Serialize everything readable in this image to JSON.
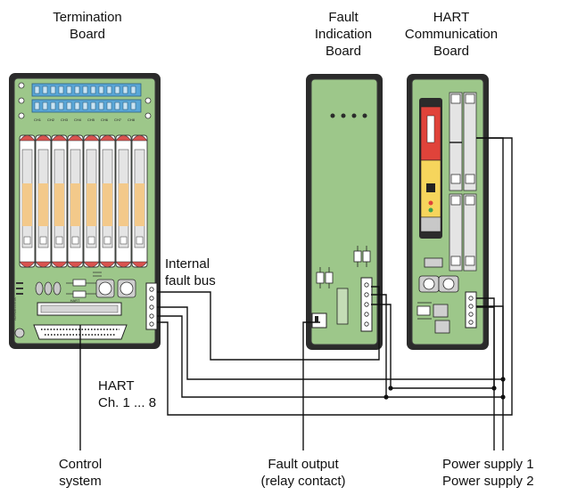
{
  "labels": {
    "termination_board": [
      "Termination",
      "Board"
    ],
    "fault_indication_board": [
      "Fault",
      "Indication",
      "Board"
    ],
    "hart_communication_board": [
      "HART",
      "Communication",
      "Board"
    ],
    "internal_fault_bus": [
      "Internal",
      "fault bus"
    ],
    "hart_channels": [
      "HART",
      "Ch. 1 ... 8"
    ],
    "control_system": [
      "Control",
      "system"
    ],
    "fault_output": [
      "Fault output",
      "(relay contact)"
    ],
    "power_supply_1": "Power supply 1",
    "power_supply_2": "Power supply 2"
  },
  "module_labels": {
    "channel_tags": [
      "CH1",
      "CH2",
      "CH3",
      "CH4",
      "CH5",
      "CH6",
      "CH7",
      "CH8"
    ],
    "connector_label": "HART",
    "logo_text": "PEPPERL+FUCHS"
  },
  "colors": {
    "board_green": "#9dc78a",
    "board_frame": "#2b2b2b",
    "terminal_blue": "#5aa7d8",
    "module_orange": "#f3c98a",
    "module_red": "#d9534f",
    "module_gray": "#e4e4e4",
    "hart_module_red": "#e0433a",
    "hart_module_yellow": "#f6d55c",
    "wire": "#111111"
  }
}
